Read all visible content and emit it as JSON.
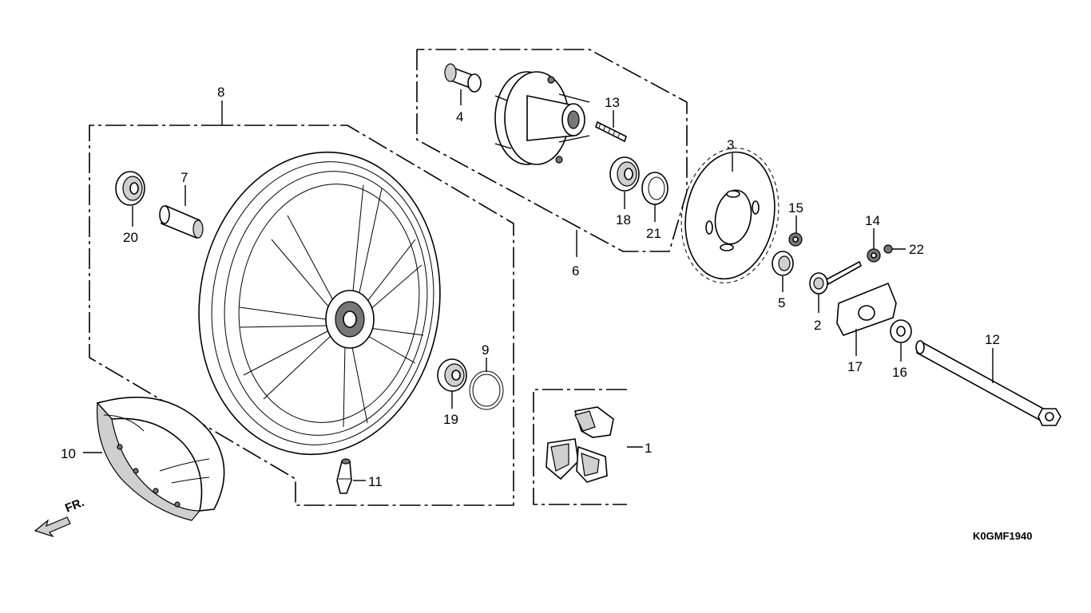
{
  "diagram": {
    "part_labels": [
      {
        "id": "1",
        "text": "1"
      },
      {
        "id": "2",
        "text": "2"
      },
      {
        "id": "3",
        "text": "3"
      },
      {
        "id": "4",
        "text": "4"
      },
      {
        "id": "5",
        "text": "5"
      },
      {
        "id": "6",
        "text": "6"
      },
      {
        "id": "7",
        "text": "7"
      },
      {
        "id": "8",
        "text": "8"
      },
      {
        "id": "9",
        "text": "9"
      },
      {
        "id": "10",
        "text": "10"
      },
      {
        "id": "11",
        "text": "11"
      },
      {
        "id": "12",
        "text": "12"
      },
      {
        "id": "13",
        "text": "13"
      },
      {
        "id": "14",
        "text": "14"
      },
      {
        "id": "15",
        "text": "15"
      },
      {
        "id": "16",
        "text": "16"
      },
      {
        "id": "17",
        "text": "17"
      },
      {
        "id": "18",
        "text": "18"
      },
      {
        "id": "19",
        "text": "19"
      },
      {
        "id": "20",
        "text": "20"
      },
      {
        "id": "21",
        "text": "21"
      },
      {
        "id": "22",
        "text": "22"
      }
    ],
    "direction_label": "FR.",
    "diagram_code": "K0GMF1940"
  }
}
